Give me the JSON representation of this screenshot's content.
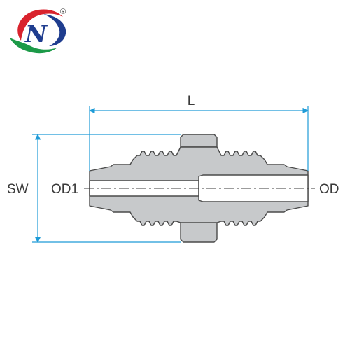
{
  "logo": {
    "letter": "N",
    "registered_mark": "®",
    "colors": {
      "red": "#d9232d",
      "green": "#1c9a48",
      "blue": "#1f3d8f"
    }
  },
  "diagram": {
    "labels": {
      "length": "L",
      "hex_width": "SW",
      "outer_diameter_small": "OD1",
      "outer_diameter": "OD"
    },
    "colors": {
      "body_fill": "#c7c9cb",
      "body_stroke": "#4a4a4a",
      "dimension_line": "#1e9bd7",
      "text": "#3a3a3a"
    }
  }
}
